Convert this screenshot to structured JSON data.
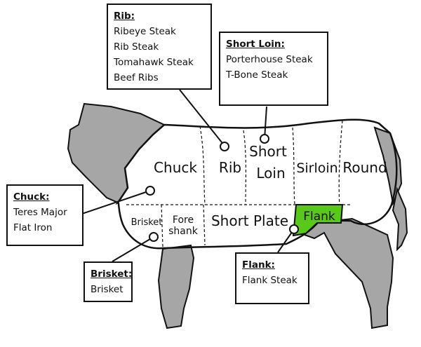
{
  "colors": {
    "head": "#a6a6a6",
    "legs": "#a6a6a6",
    "highlight": "#58c81a",
    "outline": "#111111"
  },
  "cuts": {
    "chuck": "Chuck",
    "rib": "Rib",
    "short_loin_line1": "Short",
    "short_loin_line2": "Loin",
    "sirloin": "Sirloin",
    "round": "Round",
    "brisket": "Brisket",
    "fore_shank_line1": "Fore",
    "fore_shank_line2": "shank",
    "short_plate": "Short Plate",
    "flank": "Flank"
  },
  "callouts": {
    "rib": {
      "title": "Rib:",
      "items": [
        "Ribeye Steak",
        "Rib Steak",
        "Tomahawk Steak",
        "Beef Ribs"
      ]
    },
    "short_loin": {
      "title": "Short Loin:",
      "items": [
        "Porterhouse Steak",
        "T-Bone Steak"
      ]
    },
    "chuck": {
      "title": "Chuck:",
      "items": [
        "Teres Major",
        "Flat Iron"
      ]
    },
    "brisket": {
      "title": "Brisket:",
      "items": [
        "Brisket"
      ]
    },
    "flank": {
      "title": "Flank:",
      "items": [
        "Flank Steak"
      ]
    }
  },
  "highlighted_cut": "Flank"
}
